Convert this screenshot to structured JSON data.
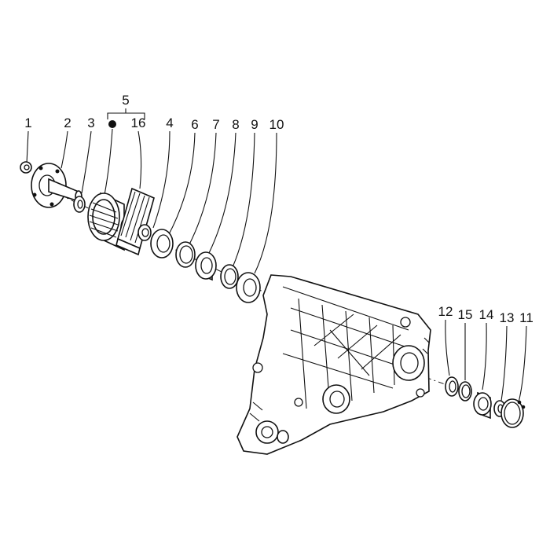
{
  "group_label": "5",
  "callouts": [
    {
      "id": "p1",
      "label": "1"
    },
    {
      "id": "p2",
      "label": "2"
    },
    {
      "id": "p3",
      "label": "3"
    },
    {
      "id": "p16",
      "label": "16"
    },
    {
      "id": "p4",
      "label": "4"
    },
    {
      "id": "p6",
      "label": "6"
    },
    {
      "id": "p7",
      "label": "7"
    },
    {
      "id": "p8",
      "label": "8"
    },
    {
      "id": "p9",
      "label": "9"
    },
    {
      "id": "p10",
      "label": "10"
    },
    {
      "id": "p12",
      "label": "12"
    },
    {
      "id": "p15",
      "label": "15"
    },
    {
      "id": "p14",
      "label": "14"
    },
    {
      "id": "p13",
      "label": "13"
    },
    {
      "id": "p11",
      "label": "11"
    }
  ]
}
